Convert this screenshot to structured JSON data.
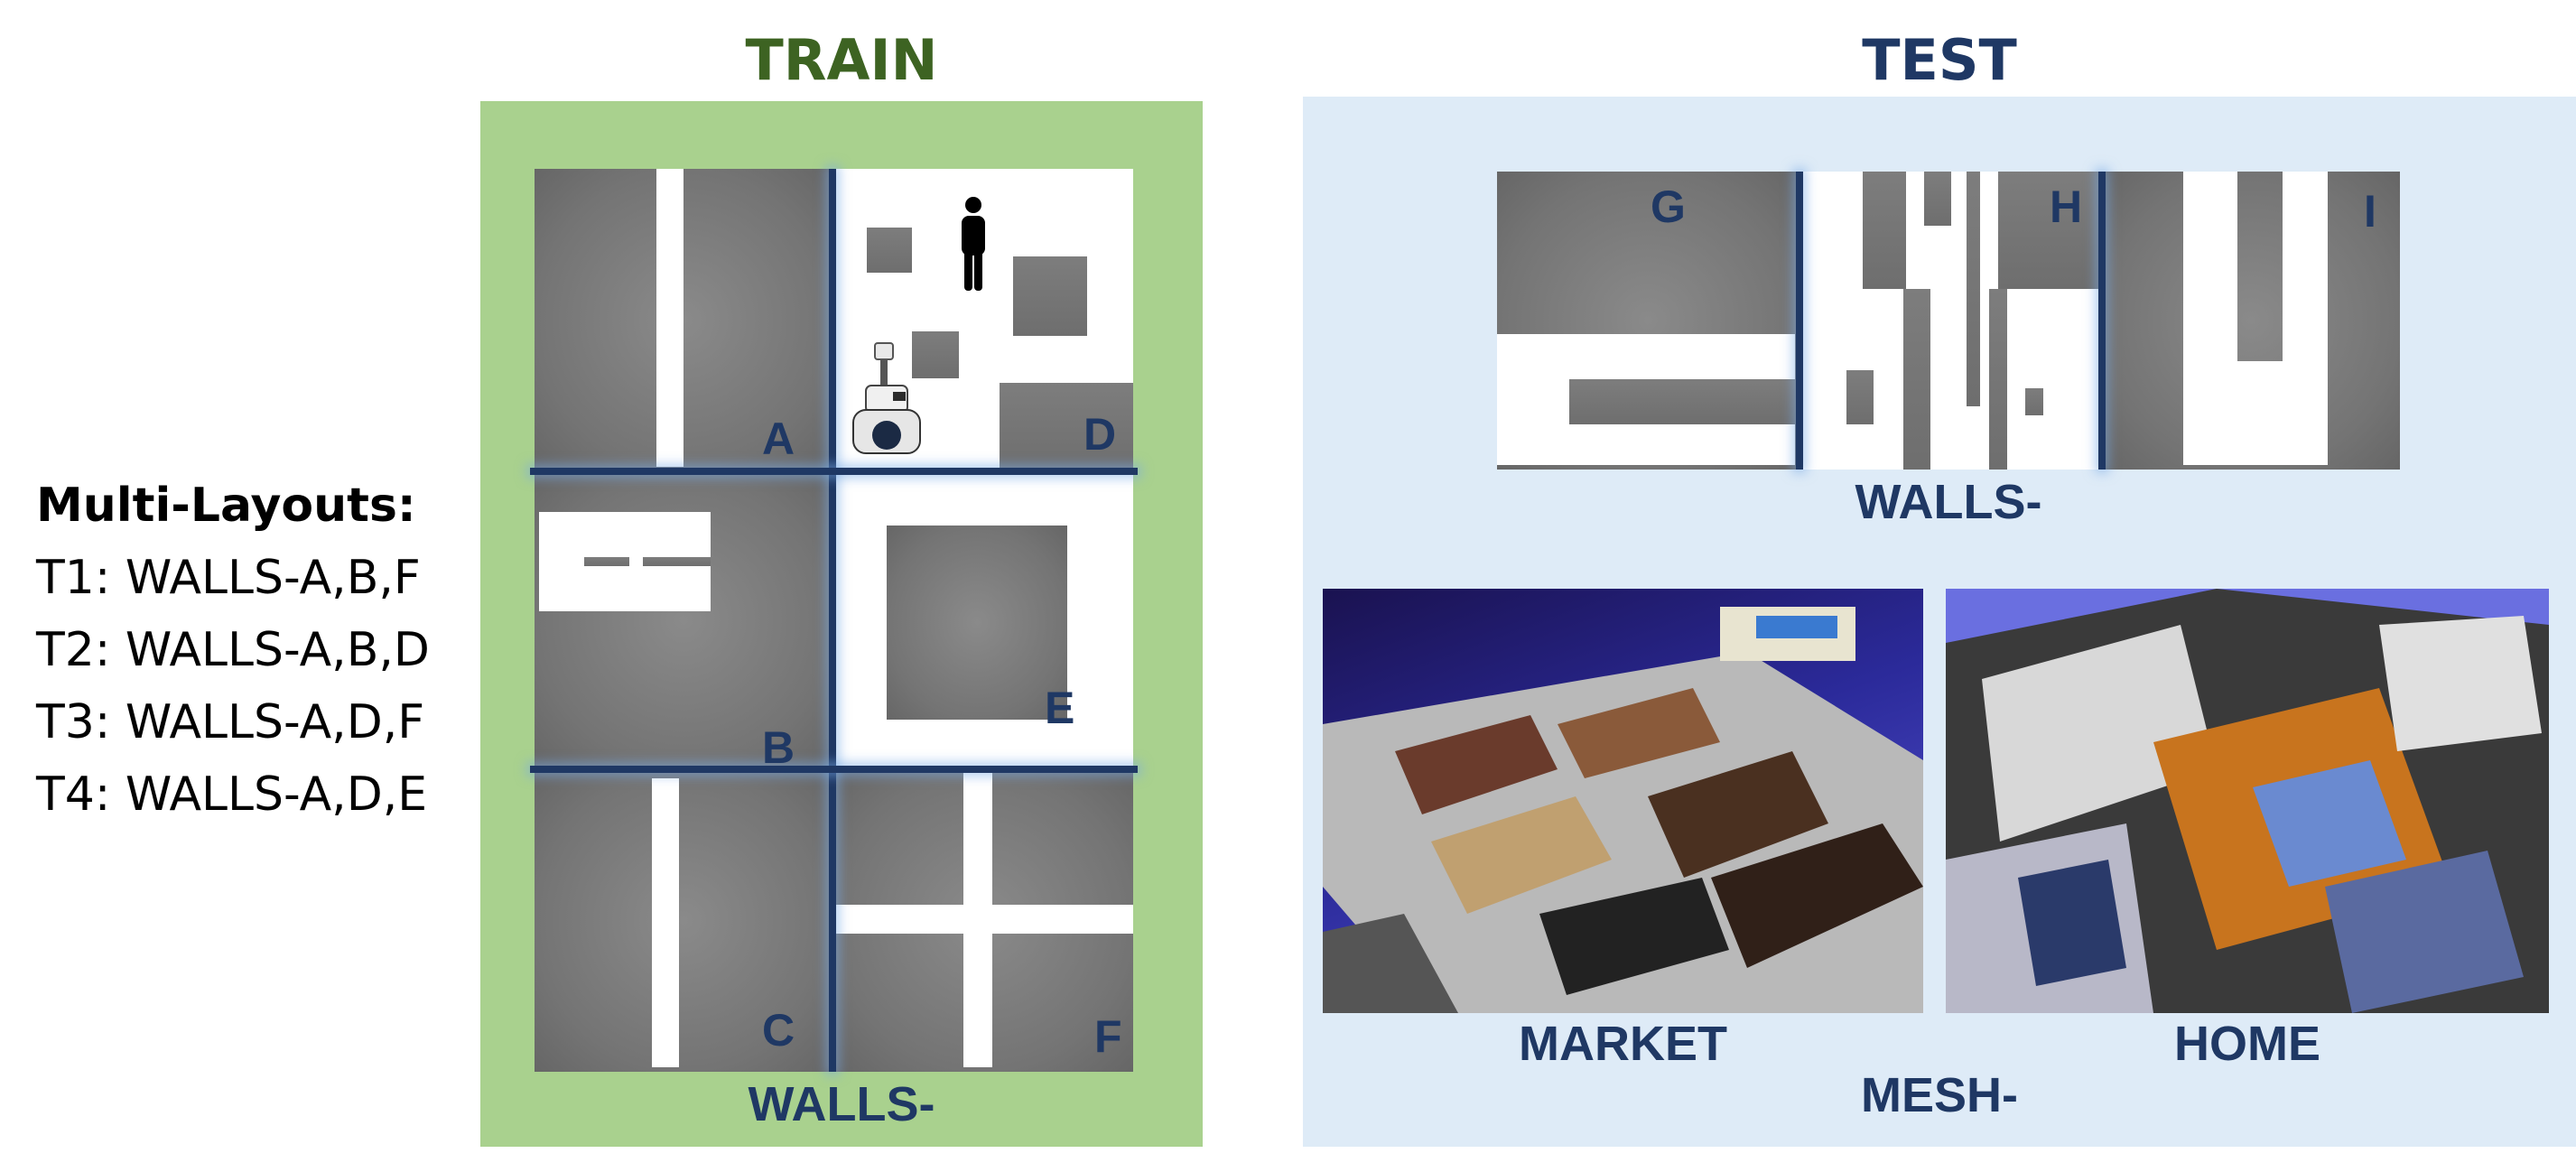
{
  "multi_layouts": {
    "title": "Multi-Layouts:",
    "items": [
      "T1: WALLS-A,B,F",
      "T2: WALLS-A,B,D",
      "T3: WALLS-A,D,F",
      "T4: WALLS-A,D,E"
    ]
  },
  "train": {
    "heading": "TRAIN",
    "caption": "WALLS-",
    "labels": {
      "a": "A",
      "b": "B",
      "c": "C",
      "d": "D",
      "e": "E",
      "f": "F"
    }
  },
  "test": {
    "heading": "TEST",
    "walls_caption": "WALLS-",
    "labels": {
      "g": "G",
      "h": "H",
      "i": "I"
    },
    "market_label": "MARKET",
    "home_label": "HOME",
    "mesh_caption": "MESH-"
  },
  "colors": {
    "train_heading": "#3d6322",
    "test_heading": "#1f3864",
    "train_panel": "#a9d18e",
    "test_panel": "#deebf7",
    "separator": "#1f3864"
  }
}
